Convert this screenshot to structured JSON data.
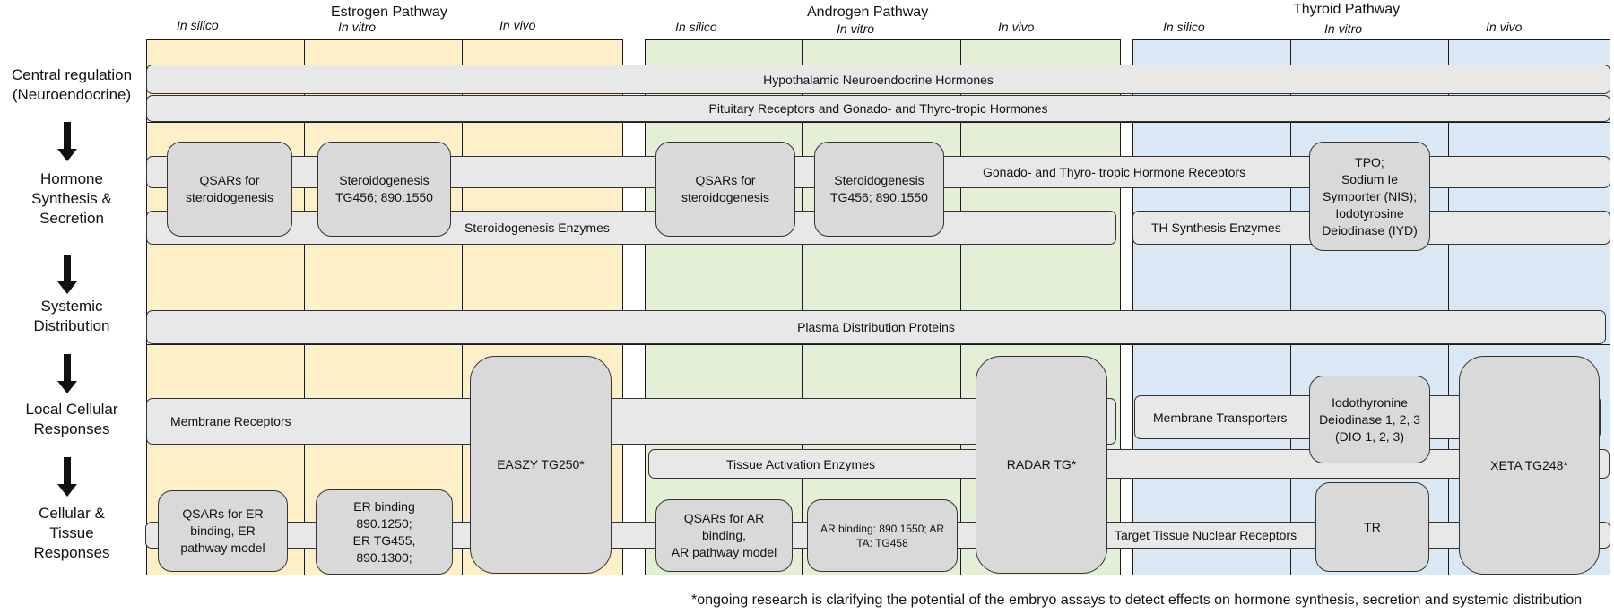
{
  "pathways": [
    {
      "title": "Estrogen Pathway",
      "color": "#fdf0c8",
      "columns": [
        "In silico",
        "In vitro",
        "In vivo"
      ]
    },
    {
      "title": "Androgen Pathway",
      "color": "#e3efd6",
      "columns": [
        "In silico",
        "In vitro",
        "In vivo"
      ]
    },
    {
      "title": "Thyroid Pathway",
      "color": "#dae7f4",
      "columns": [
        "In silico",
        "In vitro",
        "In vivo"
      ]
    }
  ],
  "stages": [
    "Central regulation\n(Neuroendocrine)",
    "Hormone\nSynthesis &\nSecretion",
    "Systemic\nDistribution",
    "Local Cellular\nResponses",
    "Cellular &\nTissue\nResponses"
  ],
  "bars": {
    "hypothalamic": "Hypothalamic Neuroendocrine Hormones",
    "pituitary": "Pituitary Receptors and Gonado- and Thyro-tropic Hormones",
    "gonado_receptors": "Gonado- and Thyro- tropic Hormone Receptors",
    "steroidogenesis_enzymes": "Steroidogenesis Enzymes",
    "th_synthesis_enzymes": "TH Synthesis Enzymes",
    "plasma": "Plasma Distribution Proteins",
    "membrane_receptors": "Membrane Receptors",
    "membrane_transporters": "Membrane Transporters",
    "tissue_activation": "Tissue Activation Enzymes",
    "nuclear_receptors": "Target Tissue Nuclear Receptors"
  },
  "boxes": {
    "qsar_steroid_e": "QSARs for\nsteroidogenesis",
    "steroid_tg_e": "Steroidogenesis\nTG456; 890.1550",
    "qsar_steroid_a": "QSARs for\nsteroidogenesis",
    "steroid_tg_a": "Steroidogenesis\nTG456; 890.1550",
    "tpo": "TPO;\nSodium Ie\nSymporter (NIS);\nIodotyrosine\nDeiodinase (IYD)",
    "easzy": "EASZY TG250*",
    "radar": "RADAR TG*",
    "xeta": "XETA TG248*",
    "dio": "Iodothyronine\nDeiodinase 1, 2, 3\n(DIO 1, 2, 3)",
    "qsar_er": "QSARs for  ER\nbinding,  ER\npathway model",
    "er_binding": "ER binding\n890.1250;\nER TG455,\n890.1300;",
    "qsar_ar": "QSARs for  AR\nbinding,\nAR pathway model",
    "ar_binding": "AR binding: 890.1550; AR\nTA: TG458",
    "tr": "TR"
  },
  "footnote": "*ongoing research is clarifying the potential of the embryo assays to detect effects on hormone synthesis, secretion and systemic distribution"
}
